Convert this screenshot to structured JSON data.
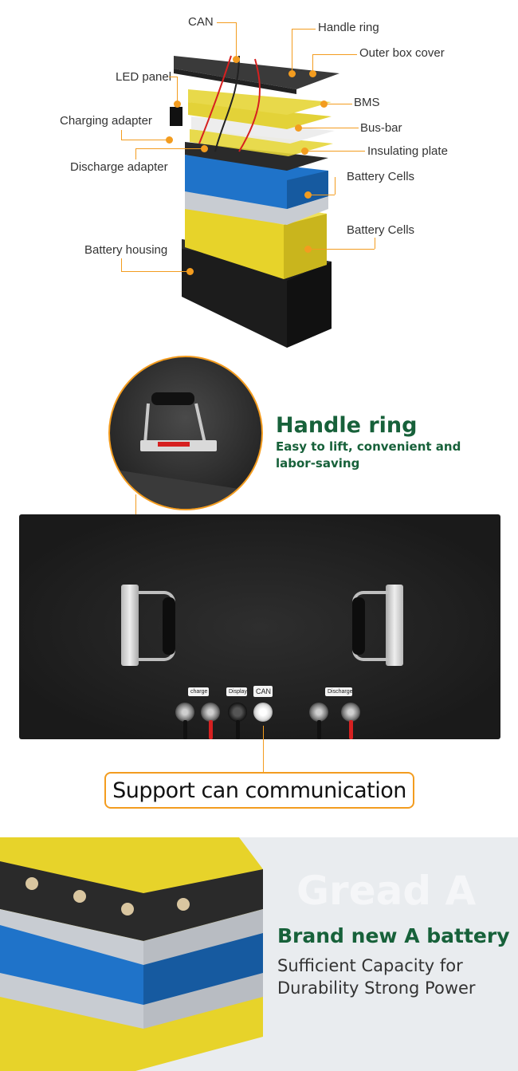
{
  "exploded_view": {
    "labels": {
      "can": "CAN",
      "handle_ring": "Handle ring",
      "outer_box_cover": "Outer box cover",
      "led_panel": "LED panel",
      "bms": "BMS",
      "charging_adapter": "Charging adapter",
      "bus_bar": "Bus-bar",
      "discharge_adapter": "Discharge adapter",
      "insulating_plate": "Insulating plate",
      "battery_cells_upper": "Battery Cells",
      "battery_cells_lower": "Battery Cells",
      "battery_housing": "Battery housing"
    },
    "colors": {
      "accent": "#f39c1f",
      "cell_blue": "#1f73c9",
      "cell_yellow": "#e7d32a",
      "housing": "#1e1e1e"
    }
  },
  "handle_section": {
    "title": "Handle ring",
    "subtitle": "Easy to lift, convenient and labor-saving",
    "port_tags": {
      "charge": "charge",
      "display": "Display",
      "can": "CAN",
      "discharge": "Discharge"
    },
    "banner": "Support can communication",
    "colors": {
      "title": "#17613a",
      "accent": "#f39c1f",
      "cable_red": "#d62020"
    }
  },
  "grade_section": {
    "watermark": "Gread A",
    "title": "Brand new A battery",
    "subtitle": "Sufficient Capacity for Durability Strong Power",
    "colors": {
      "title": "#17613a",
      "background": "#e9ecef"
    }
  }
}
